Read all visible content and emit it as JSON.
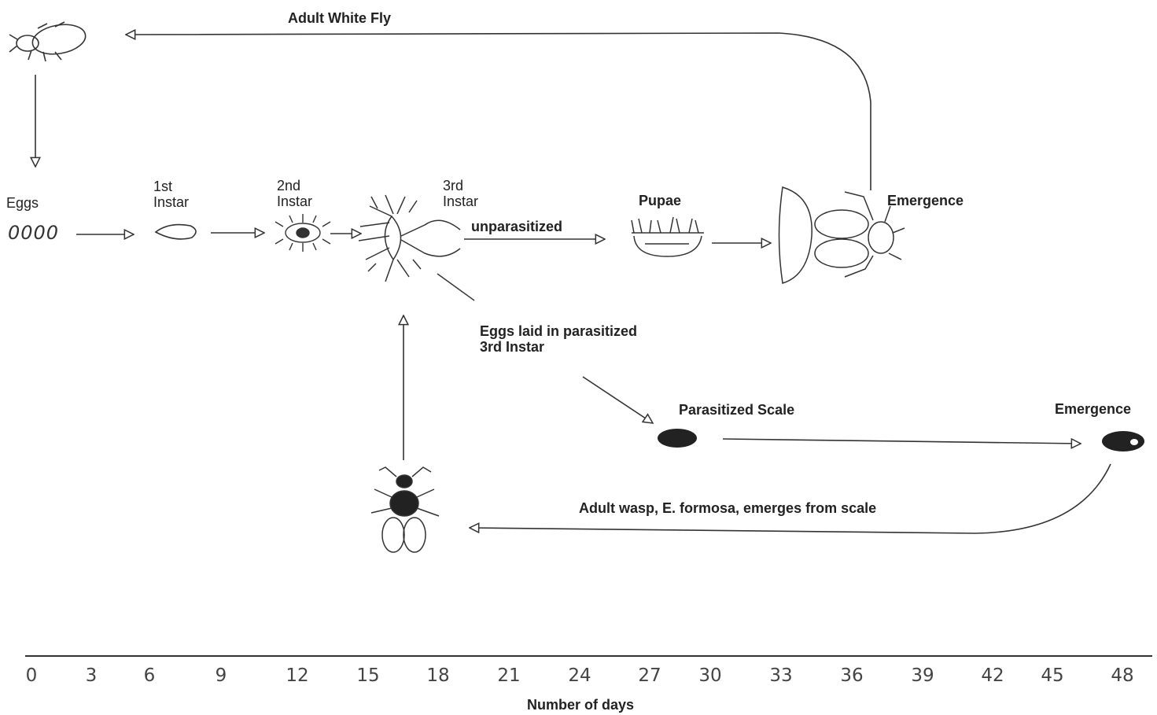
{
  "labels": {
    "adult_white_fly": "Adult White Fly",
    "eggs": "Eggs",
    "eggs_marks": "0000",
    "first_instar": "1st\nInstar",
    "second_instar": "2nd\nInstar",
    "third_instar": "3rd\nInstar",
    "unparasitized": "unparasitized",
    "pupae": "Pupae",
    "emergence_top": "Emergence",
    "eggs_laid": "Eggs laid in parasitized\n3rd Instar",
    "parasitized_scale": "Parasitized Scale",
    "emergence_bottom": "Emergence",
    "adult_wasp": "Adult wasp, E. formosa, emerges from scale"
  },
  "axis": {
    "title": "Number of days",
    "ticks": [
      "0",
      "3",
      "6",
      "9",
      "12",
      "15",
      "18",
      "21",
      "24",
      "27",
      "30",
      "33",
      "36",
      "39",
      "42",
      "45",
      "48"
    ]
  },
  "icons": {
    "whitefly_adult": "beetle-like-insect-icon",
    "first_instar": "oval-larva-icon",
    "second_instar": "spiky-nymph-icon",
    "third_instar": "spiky-nymph-icon",
    "pupae": "pupa-case-icon",
    "emerging_fly": "winged-fly-icon",
    "parasitized_scale": "black-scale-icon",
    "emerged_scale": "empty-scale-icon",
    "wasp": "wasp-icon"
  }
}
